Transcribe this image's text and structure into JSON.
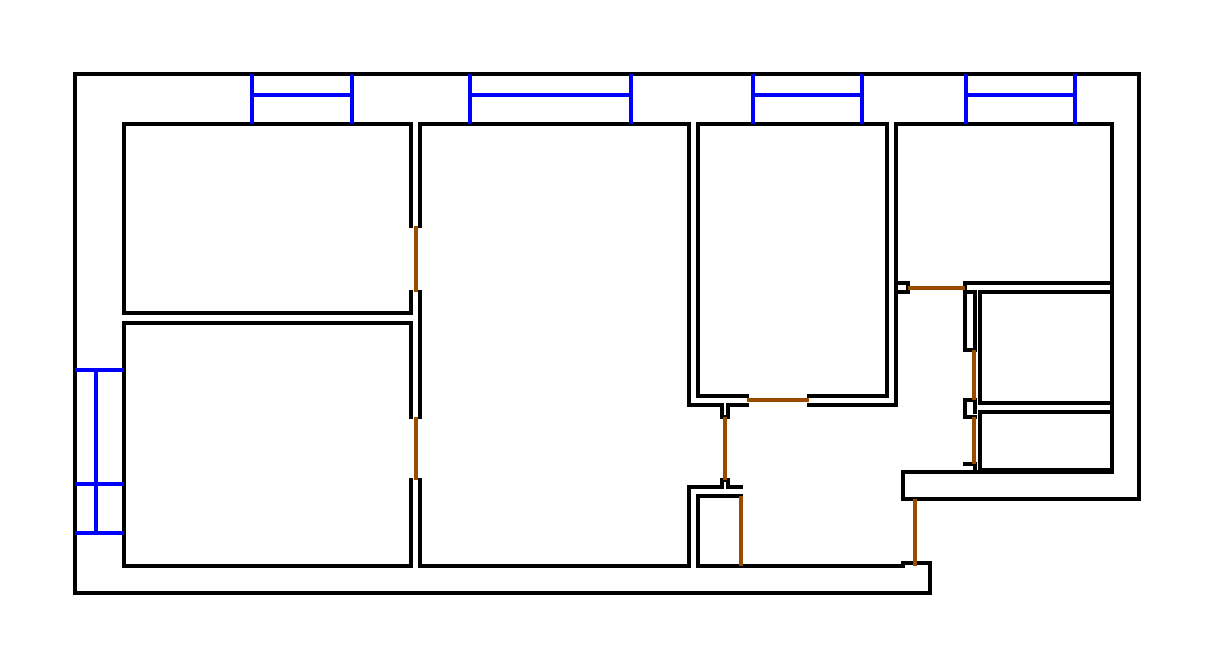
{
  "colors": {
    "background": "#ffffff",
    "wall": "#000000",
    "window": "#0000ff",
    "door": "#994c00"
  },
  "legend": {
    "wall": "wall",
    "window": "window",
    "door": "door"
  }
}
